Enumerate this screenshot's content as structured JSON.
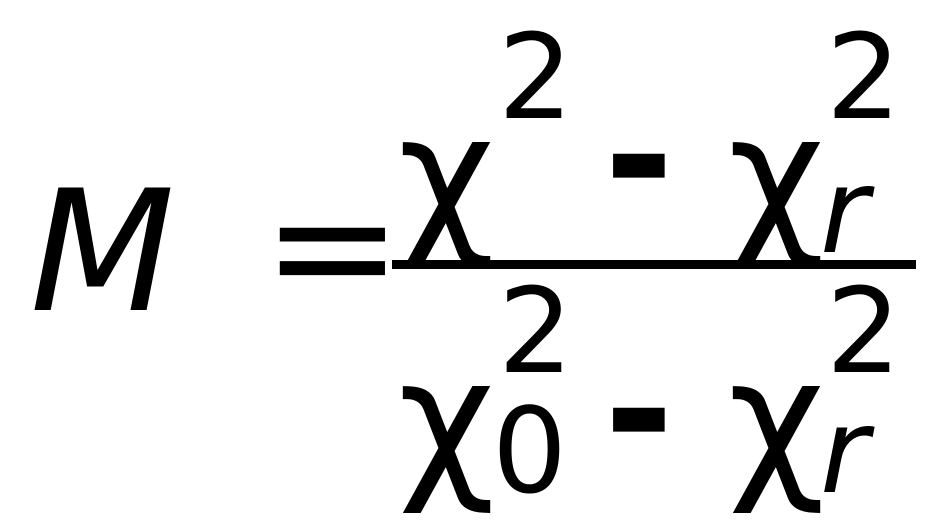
{
  "formula": {
    "lhs": "M",
    "equals": "=",
    "numerator": {
      "term1": {
        "base": "χ",
        "sup": "2"
      },
      "operator": "-",
      "term2": {
        "base": "χ",
        "sup": "2",
        "sub": "r"
      }
    },
    "denominator": {
      "term1": {
        "base": "χ",
        "sup": "2",
        "sub": "0"
      },
      "operator": "-",
      "term2": {
        "base": "χ",
        "sup": "2",
        "sub": "r"
      }
    }
  }
}
